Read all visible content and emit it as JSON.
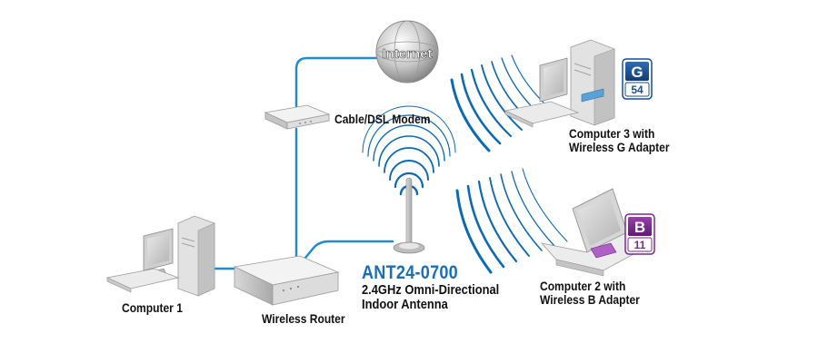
{
  "colors": {
    "cable": "#1f8ccf",
    "wave": "#0e69b3",
    "model_text": "#1a6fb4",
    "g_badge": "#174f8f",
    "b_badge": "#7a2a8c"
  },
  "nodes": {
    "internet": {
      "label": "Internet",
      "icon": "globe-icon"
    },
    "modem": {
      "label": "Cable/DSL Modem",
      "icon": "modem-icon"
    },
    "router": {
      "label": "Wireless Router",
      "icon": "router-icon"
    },
    "computer1": {
      "label": "Computer 1",
      "icon": "desktop-computer-icon"
    },
    "antenna": {
      "model": "ANT24-0700",
      "desc_line1": "2.4GHz Omni-Directional",
      "desc_line2": "Indoor Antenna",
      "icon": "antenna-icon"
    },
    "computer3": {
      "label_line1": "Computer 3 with",
      "label_line2": "Wireless G Adapter",
      "icon": "desktop-computer-icon",
      "badge": {
        "letter": "G",
        "number": "54",
        "icon": "wireless-g-badge-icon"
      }
    },
    "computer2": {
      "label_line1": "Computer 2 with",
      "label_line2": "Wireless B Adapter",
      "icon": "laptop-computer-icon",
      "badge": {
        "letter": "B",
        "number": "11",
        "icon": "wireless-b-badge-icon"
      }
    }
  }
}
